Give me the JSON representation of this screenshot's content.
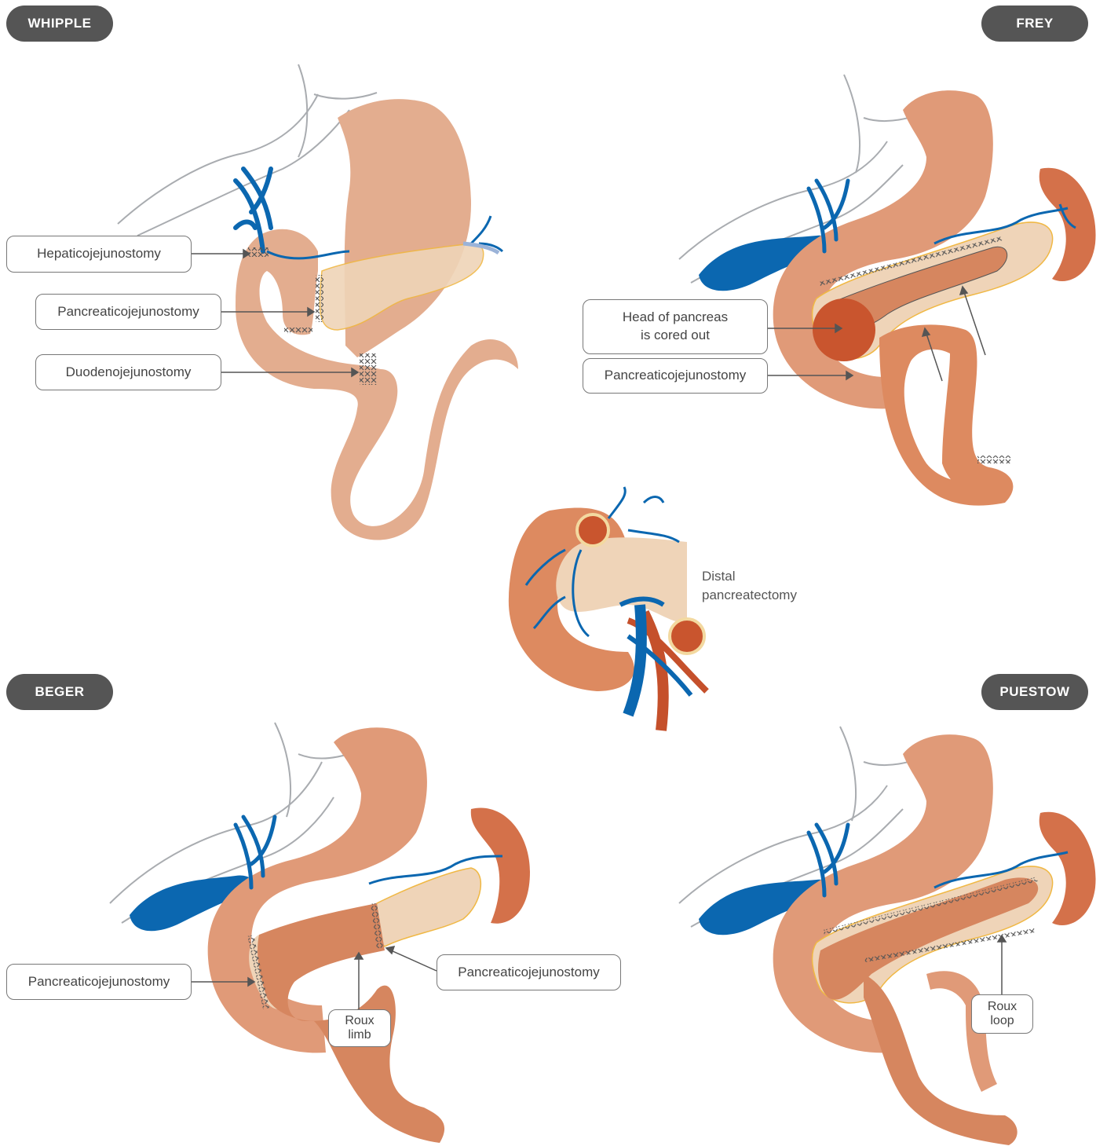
{
  "panels": {
    "whipple": {
      "title": "WHIPPLE"
    },
    "frey": {
      "title": "FREY"
    },
    "beger": {
      "title": "BEGER"
    },
    "puestow": {
      "title": "PUESTOW"
    }
  },
  "labels": {
    "whipple_hepaticojejunostomy": "Hepaticojejunostomy",
    "whipple_pancreaticojejunostomy": "Pancreaticojejunostomy",
    "whipple_duodenojejunostomy": "Duodenojejunostomy",
    "frey_head_cored": "Head of pancreas\nis cored out",
    "frey_pancreaticojejunostomy": "Pancreaticojejunostomy",
    "center_distal": "Distal\npancreatectomy",
    "beger_pancreaticojejunostomy_left": "Pancreaticojejunostomy",
    "beger_pancreaticojejunostomy_right": "Pancreaticojejunostomy",
    "beger_roux_limb": "Roux\nlimb",
    "puestow_roux_loop": "Roux\nloop"
  },
  "colors": {
    "pill_bg": "#555555",
    "stomach_light": "#e3ad8f",
    "bowel": "#dd9a77",
    "bowel_dark": "#d6865f",
    "pancreas": "#efd4b8",
    "pancreas_outline": "#f0b844",
    "vein_blue": "#0b67b0",
    "artery_red": "#c5502b",
    "spleen": "#d4714a",
    "liver_outline": "#a9acb0"
  }
}
